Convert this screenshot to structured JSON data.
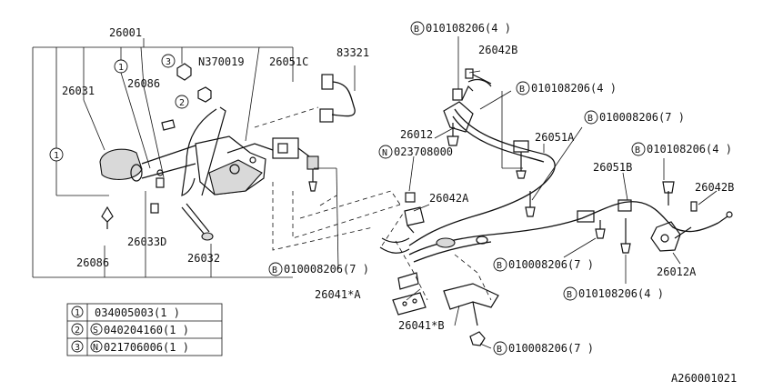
{
  "diagram": {
    "part_labels": {
      "p26001": "26001",
      "p26031": "26031",
      "p26086_top": "26086",
      "n370019": "N370019",
      "p26051c": "26051C",
      "p83321": "83321",
      "p26086_bottom": "26086",
      "p26033d": "26033D",
      "p26032": "26032",
      "b010008206_7_mid": "010008206(7 )",
      "p26041a": "26041*A",
      "p26041b": "26041*B",
      "b010008206_7_bottom": "010008206(7 )",
      "b010108206_4_top": "010108206(4 )",
      "p26042b_top": "26042B",
      "b010108206_4_second": "010108206(4 )",
      "p26012": "26012",
      "p26051a": "26051A",
      "b010008206_7_upper": "010008206(7 )",
      "n023708000": "023708000",
      "p26042a": "26042A",
      "b010108206_4_right": "010108206(4 )",
      "p26051b": "26051B",
      "p26042b_right": "26042B",
      "b010008206_7_right": "010008206(7 )",
      "p26012a": "26012A",
      "b010108206_4_bottom": "010108206(4 )"
    },
    "callout_markers": {
      "one_a": "1",
      "one_b": "1",
      "two": "2",
      "three": "3",
      "prefix_b": "B",
      "prefix_n": "N",
      "prefix_s": "S"
    },
    "legend": [
      {
        "marker": "1",
        "prefix": "",
        "text": "034005003(1 )"
      },
      {
        "marker": "2",
        "prefix": "S",
        "text": "040204160(1 )"
      },
      {
        "marker": "3",
        "prefix": "N",
        "text": "021706006(1 )"
      }
    ],
    "figure_code": "A260001021"
  }
}
